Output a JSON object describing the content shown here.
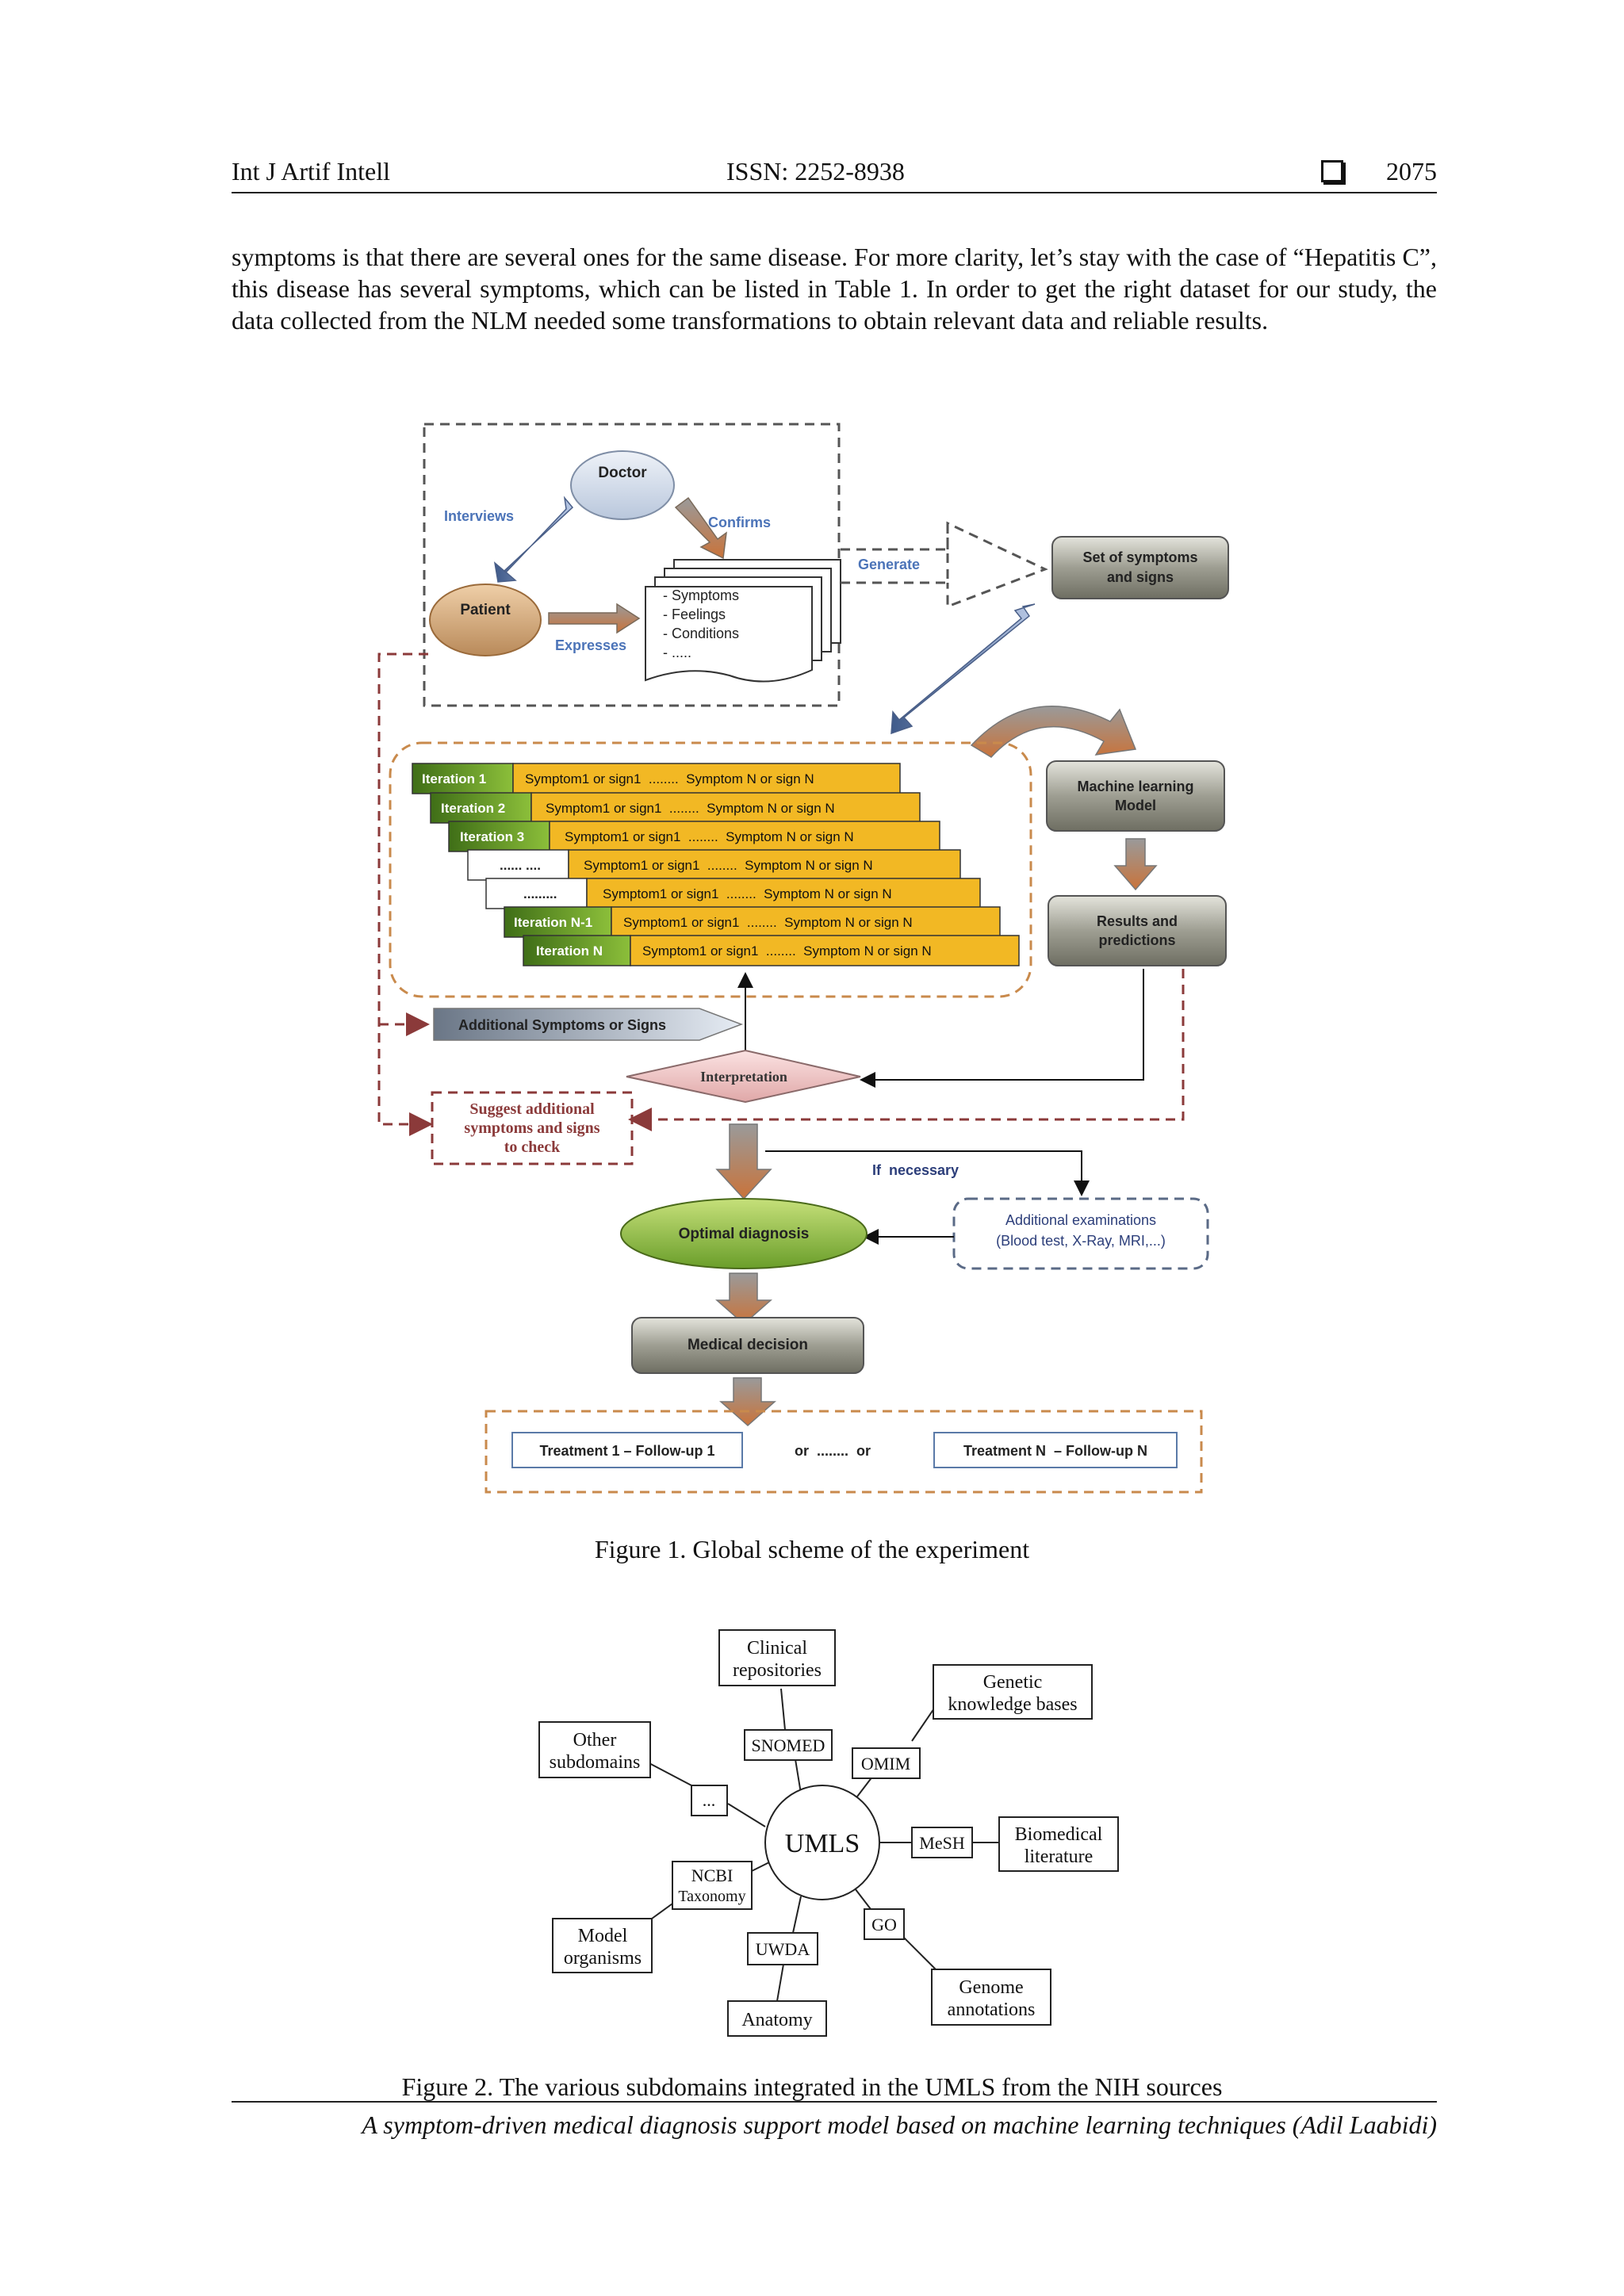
{
  "header": {
    "journal": "Int J Artif Intell",
    "issn": "ISSN: 2252-8938",
    "page_number": "2075"
  },
  "body_paragraph": "symptoms is that there are several ones for the same disease. For more clarity, let’s stay with the case of “Hepatitis C”, this disease has several symptoms, which can be listed in Table 1. In order to get the right dataset for our study, the data collected from the NLM needed some transformations to obtain relevant data and reliable results.",
  "figure1": {
    "caption": "Figure 1. Global scheme of the experiment",
    "doctor": "Doctor",
    "patient": "Patient",
    "interviews": "Interviews",
    "confirms": "Confirms",
    "expresses": "Expresses",
    "generate": "Generate",
    "doc_items": [
      "- Symptoms",
      "- Feelings",
      "- Conditions",
      "- ....."
    ],
    "set_of_symptoms": [
      "Set of symptoms",
      "and signs"
    ],
    "ml_model": [
      "Machine learning",
      "Model"
    ],
    "results": [
      "Results and",
      "predictions"
    ],
    "iterations": [
      {
        "label": "Iteration 1",
        "row": "Symptom1 or sign1  ........  Symptom N or sign N"
      },
      {
        "label": "Iteration 2",
        "row": "Symptom1 or sign1  ........  Symptom N or sign N"
      },
      {
        "label": "Iteration 3",
        "row": "Symptom1 or sign1  ........  Symptom N or sign N"
      },
      {
        "label": "...... ....",
        "row": "Symptom1 or sign1  ........  Symptom N or sign N"
      },
      {
        "label": ".........",
        "row": "Symptom1 or sign1  ........  Symptom N or sign N"
      },
      {
        "label": "Iteration N-1",
        "row": "Symptom1 or sign1  ........  Symptom N or sign N"
      },
      {
        "label": "Iteration N",
        "row": "Symptom1 or sign1  ........  Symptom N or sign N"
      }
    ],
    "additional_symptoms": "Additional Symptoms or Signs",
    "interpretation": "Interpretation",
    "suggest": [
      "Suggest additional",
      "symptoms and signs",
      "to check"
    ],
    "if_necessary": "If  necessary",
    "additional_exams": [
      "Additional examinations",
      "(Blood test, X-Ray, MRI,...)"
    ],
    "optimal_diagnosis": "Optimal diagnosis",
    "medical_decision": "Medical decision",
    "treatment_1": "Treatment 1 – Follow-up 1",
    "or_text": "or  ........  or",
    "treatment_n": "Treatment N  – Follow-up N",
    "colors": {
      "iteration_green": "#5f9a2a",
      "symptom_gold": "#f2b824",
      "dashed_orange": "#c98a4c",
      "dashed_red": "#8b3a3a",
      "dark_box": "#6e6e62"
    }
  },
  "figure2": {
    "caption": "Figure 2. The various subdomains integrated in the UMLS from the NIH sources",
    "center": "UMLS",
    "clinical_repositories": [
      "Clinical",
      "repositories"
    ],
    "snomed": "SNOMED",
    "genetic_kb": [
      "Genetic",
      "knowledge bases"
    ],
    "omim": "OMIM",
    "other_subdomains": [
      "Other",
      "subdomains"
    ],
    "ellipsis": "...",
    "mesh": "MeSH",
    "biomedical_literature": [
      "Biomedical",
      "literature"
    ],
    "ncbi": [
      "NCBI",
      "Taxonomy"
    ],
    "model_organisms": [
      "Model",
      "organisms"
    ],
    "uwda": "UWDA",
    "go": "GO",
    "anatomy": "Anatomy",
    "genome_annotations": [
      "Genome",
      "annotations"
    ]
  },
  "footer": "A symptom-driven medical diagnosis support model based on machine learning techniques (Adil Laabidi)"
}
